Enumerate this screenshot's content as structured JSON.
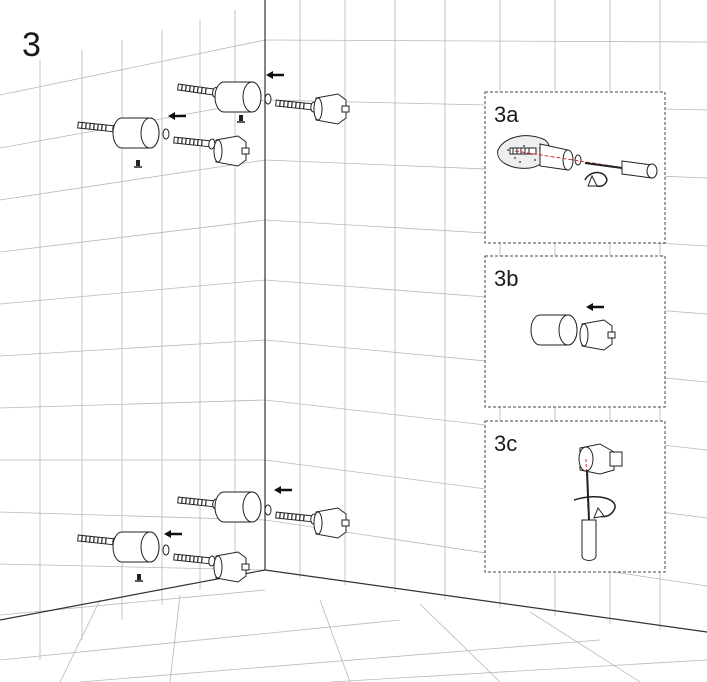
{
  "diagram": {
    "step_label": "3",
    "panels": [
      {
        "label": "3a",
        "content": "drill-and-screw"
      },
      {
        "label": "3b",
        "content": "cap-on-bracket"
      },
      {
        "label": "3c",
        "content": "screwdriver-tighten"
      }
    ],
    "mounting_sets": [
      "upper-left",
      "upper-right",
      "lower-left",
      "lower-right"
    ],
    "colors": {
      "line": "#222222",
      "grid": "#b8b8b8",
      "accent": "#d03030",
      "background": "#ffffff"
    }
  }
}
